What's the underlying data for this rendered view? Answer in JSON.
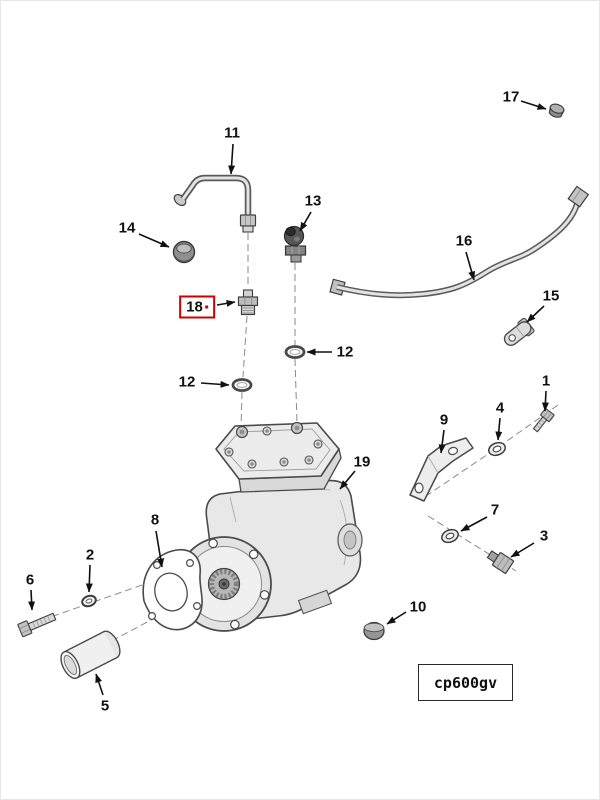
{
  "diagram": {
    "code_label": "cp600gv",
    "highlight_color": "#cc0000",
    "highlighted_callout": "18"
  },
  "callouts": [
    {
      "id": "17",
      "text": "17"
    },
    {
      "id": "11",
      "text": "11"
    },
    {
      "id": "13",
      "text": "13"
    },
    {
      "id": "14",
      "text": "14"
    },
    {
      "id": "16",
      "text": "16"
    },
    {
      "id": "18",
      "text": "18"
    },
    {
      "id": "15",
      "text": "15"
    },
    {
      "id": "12-upper",
      "text": "12"
    },
    {
      "id": "12-lower",
      "text": "12"
    },
    {
      "id": "1",
      "text": "1"
    },
    {
      "id": "9",
      "text": "9"
    },
    {
      "id": "4",
      "text": "4"
    },
    {
      "id": "19",
      "text": "19"
    },
    {
      "id": "7",
      "text": "7"
    },
    {
      "id": "8",
      "text": "8"
    },
    {
      "id": "2",
      "text": "2"
    },
    {
      "id": "3",
      "text": "3"
    },
    {
      "id": "6",
      "text": "6"
    },
    {
      "id": "10",
      "text": "10"
    },
    {
      "id": "5",
      "text": "5"
    }
  ]
}
